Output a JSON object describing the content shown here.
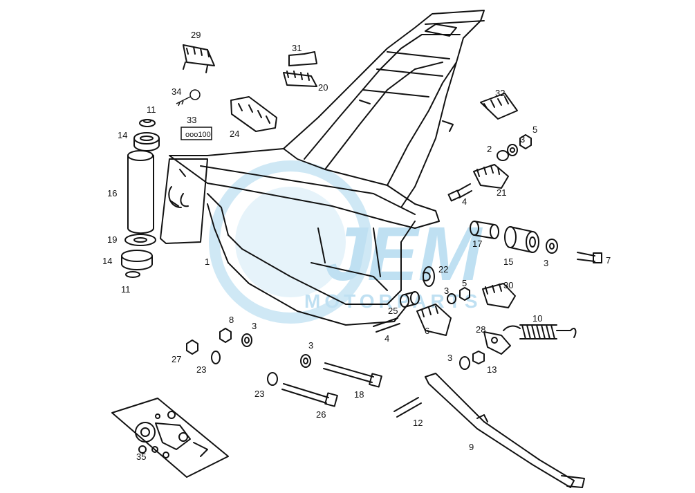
{
  "watermark": {
    "brand": "JEM",
    "tagline": "MOTORPARTS",
    "color": "#bfe0f2"
  },
  "callouts": [
    {
      "id": "c29",
      "text": "29"
    },
    {
      "id": "c31",
      "text": "31"
    },
    {
      "id": "c20",
      "text": "20"
    },
    {
      "id": "c34",
      "text": "34"
    },
    {
      "id": "c11a",
      "text": "11"
    },
    {
      "id": "c33",
      "text": "33"
    },
    {
      "id": "c24",
      "text": "24"
    },
    {
      "id": "c14a",
      "text": "14"
    },
    {
      "id": "c16",
      "text": "16"
    },
    {
      "id": "c19",
      "text": "19"
    },
    {
      "id": "c14b",
      "text": "14"
    },
    {
      "id": "c11b",
      "text": "11"
    },
    {
      "id": "c1",
      "text": "1"
    },
    {
      "id": "c32",
      "text": "32"
    },
    {
      "id": "c5a",
      "text": "5"
    },
    {
      "id": "c3a",
      "text": "3"
    },
    {
      "id": "c2",
      "text": "2"
    },
    {
      "id": "c21",
      "text": "21"
    },
    {
      "id": "c4a",
      "text": "4"
    },
    {
      "id": "c17",
      "text": "17"
    },
    {
      "id": "c15",
      "text": "15"
    },
    {
      "id": "c3b",
      "text": "3"
    },
    {
      "id": "c7",
      "text": "7"
    },
    {
      "id": "c22",
      "text": "22"
    },
    {
      "id": "c3c",
      "text": "3"
    },
    {
      "id": "c5b",
      "text": "5"
    },
    {
      "id": "c30",
      "text": "30"
    },
    {
      "id": "c25",
      "text": "25"
    },
    {
      "id": "c8",
      "text": "8"
    },
    {
      "id": "c3d",
      "text": "3"
    },
    {
      "id": "c4b",
      "text": "4"
    },
    {
      "id": "c6",
      "text": "6"
    },
    {
      "id": "c10",
      "text": "10"
    },
    {
      "id": "c28",
      "text": "28"
    },
    {
      "id": "c27",
      "text": "27"
    },
    {
      "id": "c23a",
      "text": "23"
    },
    {
      "id": "c3e",
      "text": "3"
    },
    {
      "id": "c3f",
      "text": "3"
    },
    {
      "id": "c13",
      "text": "13"
    },
    {
      "id": "c18",
      "text": "18"
    },
    {
      "id": "c23b",
      "text": "23"
    },
    {
      "id": "c26",
      "text": "26"
    },
    {
      "id": "c12",
      "text": "12"
    },
    {
      "id": "c9",
      "text": "9"
    },
    {
      "id": "c35",
      "text": "35"
    }
  ],
  "label_33": "ooo100"
}
